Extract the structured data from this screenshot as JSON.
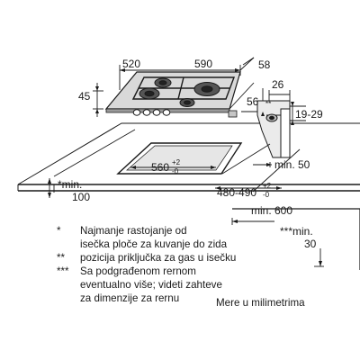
{
  "dimensions": {
    "width_520": "520",
    "width_590": "590",
    "depth_58": "58",
    "height_45": "45",
    "d_26": "26",
    "d_56": "56",
    "gas_marker": "**",
    "range_19_29": "19-29",
    "cutout_width": "560",
    "cutout_width_tol_plus": "+2",
    "cutout_width_tol_minus": "-0",
    "cutout_depth": "480-490",
    "cutout_depth_tol_plus": "+2",
    "cutout_depth_tol_minus": "-0",
    "min_50": "min. 50",
    "min_100_prefix": "*min.",
    "min_100_value": "100",
    "min_600": "min. 600",
    "min_30_prefix": "***min.",
    "min_30_value": "30"
  },
  "notes": [
    {
      "key": "*",
      "lines": [
        "Najmanje rastojanje od",
        "isečka ploče za kuvanje do zida"
      ]
    },
    {
      "key": "**",
      "lines": [
        "pozicija priključka za gas u isečku"
      ]
    },
    {
      "key": "***",
      "lines": [
        "Sa podgrađenom rernom",
        "eventualno više; videti zahteve",
        "za dimenzije za rernu"
      ]
    }
  ],
  "units_note": "Mere u milimetrima",
  "colors": {
    "line": "#1a1a1a",
    "surface": "#d9d9d9",
    "shade": "#ebebeb"
  }
}
